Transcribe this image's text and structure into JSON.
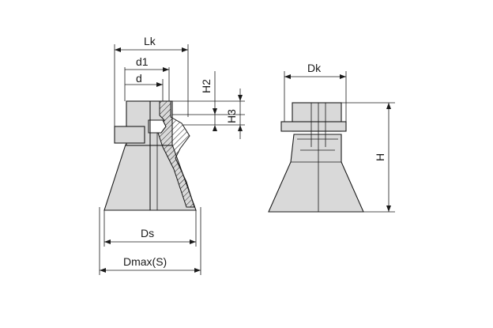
{
  "labels": {
    "lk": "Lk",
    "d1": "d1",
    "d": "d",
    "h2": "H2",
    "h3": "H3",
    "ds": "Ds",
    "dmax": "Dmax(S)",
    "dk": "Dk",
    "h": "H"
  },
  "colors": {
    "part_fill": "#d9d9d9",
    "line": "#1a1a1a",
    "background": "#ffffff"
  }
}
